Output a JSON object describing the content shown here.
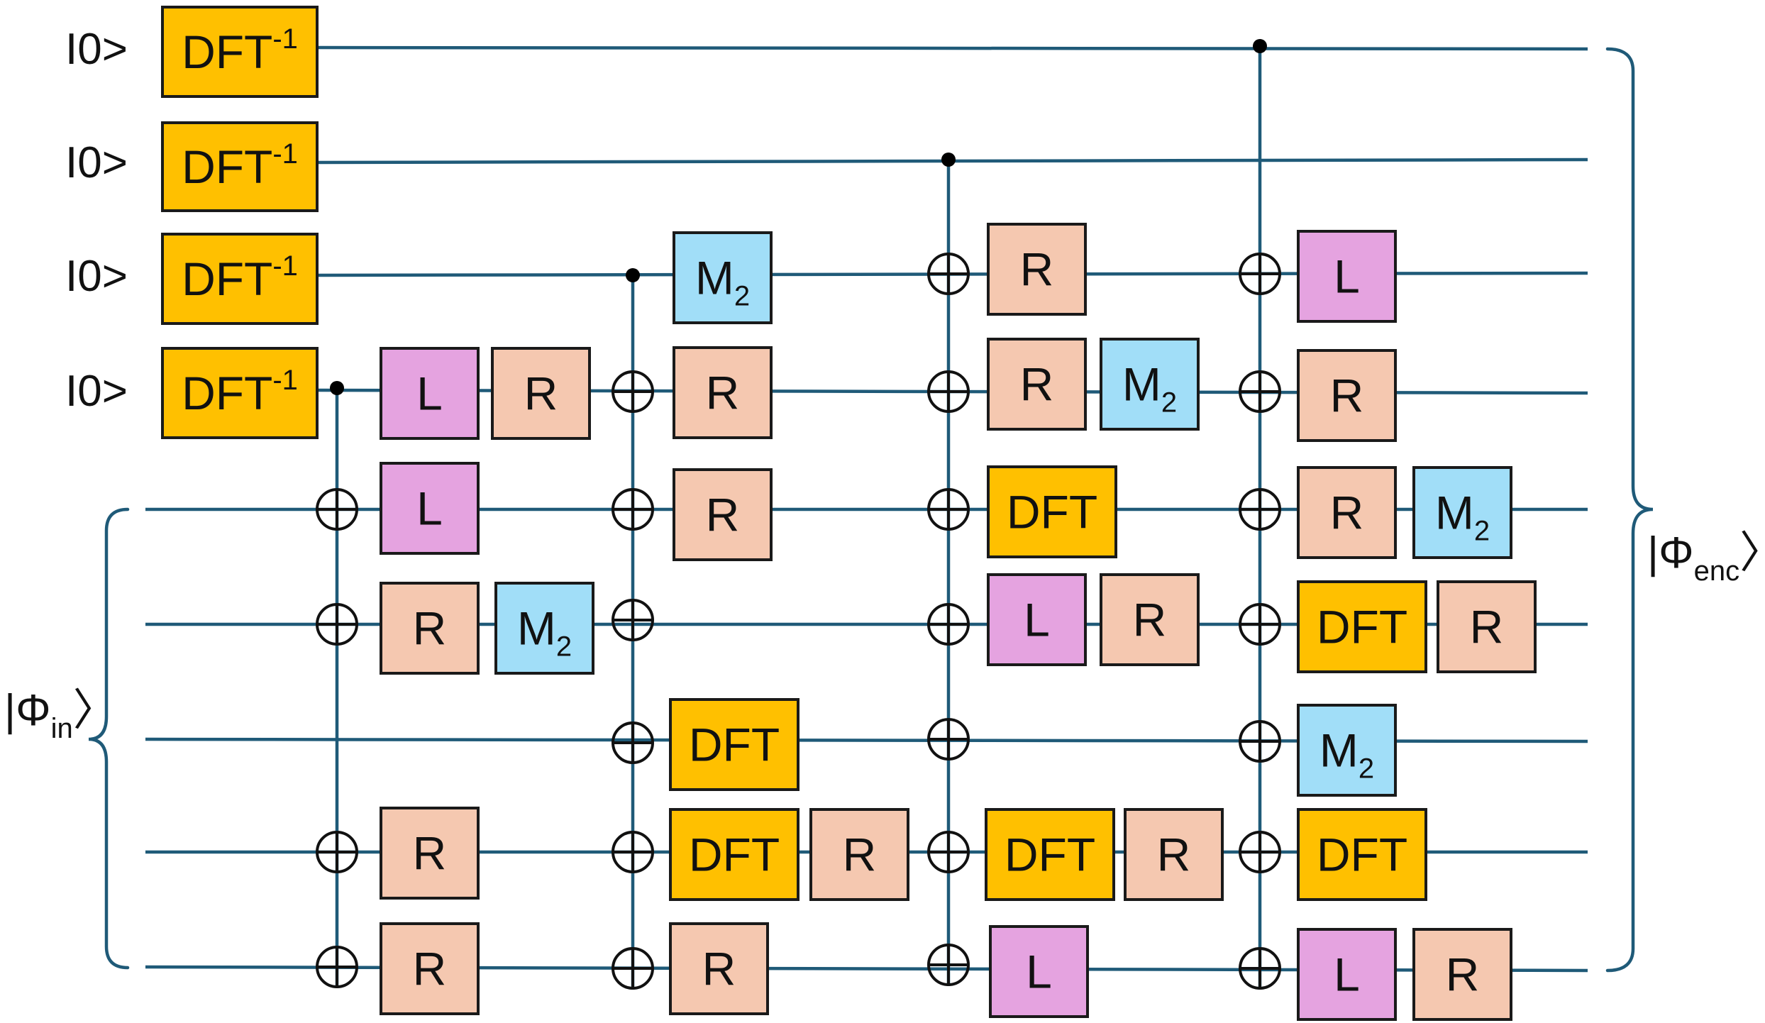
{
  "colors": {
    "wire": "#1f5a78",
    "DFT": "#ffc000",
    "L": "#e5a3e0",
    "R": "#f5c8b0",
    "M2": "#a1def8"
  },
  "input_labels": [
    "I0>",
    "I0>",
    "I0>",
    "I0>"
  ],
  "input_state_label": {
    "main": "|Φ",
    "sub": "in",
    "close": "〉"
  },
  "output_state_label": {
    "main": "|Φ",
    "sub": "enc",
    "close": "〉"
  },
  "gate_labels": {
    "DFT_inv": {
      "main": "DFT",
      "sup": "-1"
    },
    "DFT": {
      "main": "DFT"
    },
    "L": {
      "main": "L"
    },
    "R": {
      "main": "R"
    },
    "M2": {
      "main": "M",
      "sub": "2"
    }
  },
  "gates": [
    {
      "type": "DFT_inv",
      "wire": 0
    },
    {
      "type": "DFT_inv",
      "wire": 1
    },
    {
      "type": "DFT_inv",
      "wire": 2
    },
    {
      "type": "DFT_inv",
      "wire": 3
    },
    {
      "type": "L",
      "wire": 3
    },
    {
      "type": "R",
      "wire": 3
    },
    {
      "type": "L",
      "wire": 4
    },
    {
      "type": "R",
      "wire": 5
    },
    {
      "type": "M2",
      "wire": 5
    },
    {
      "type": "R",
      "wire": 7
    },
    {
      "type": "R",
      "wire": 8
    },
    {
      "type": "M2",
      "wire": 2
    },
    {
      "type": "R",
      "wire": 3
    },
    {
      "type": "R",
      "wire": 4
    },
    {
      "type": "DFT",
      "wire": 6
    },
    {
      "type": "DFT",
      "wire": 7
    },
    {
      "type": "R",
      "wire": 7
    },
    {
      "type": "R",
      "wire": 8
    },
    {
      "type": "R",
      "wire": 2
    },
    {
      "type": "R",
      "wire": 3
    },
    {
      "type": "M2",
      "wire": 3
    },
    {
      "type": "DFT",
      "wire": 4
    },
    {
      "type": "L",
      "wire": 5
    },
    {
      "type": "R",
      "wire": 5
    },
    {
      "type": "DFT",
      "wire": 7
    },
    {
      "type": "R",
      "wire": 7
    },
    {
      "type": "L",
      "wire": 8
    },
    {
      "type": "L",
      "wire": 2
    },
    {
      "type": "R",
      "wire": 3
    },
    {
      "type": "R",
      "wire": 4
    },
    {
      "type": "M2",
      "wire": 4
    },
    {
      "type": "DFT",
      "wire": 5
    },
    {
      "type": "R",
      "wire": 5
    },
    {
      "type": "M2",
      "wire": 6
    },
    {
      "type": "DFT",
      "wire": 7
    },
    {
      "type": "L",
      "wire": 8
    },
    {
      "type": "R",
      "wire": 8
    }
  ],
  "controlled_not_blocks": [
    {
      "control_wire": 3,
      "targets": [
        4,
        5,
        7,
        8
      ]
    },
    {
      "control_wire": 2,
      "targets": [
        3,
        4,
        5,
        6,
        7,
        8
      ]
    },
    {
      "control_wire": 1,
      "targets": [
        2,
        3,
        4,
        5,
        6,
        7,
        8
      ]
    },
    {
      "control_wire": 0,
      "targets": [
        2,
        3,
        4,
        5,
        6,
        7,
        8
      ]
    }
  ]
}
